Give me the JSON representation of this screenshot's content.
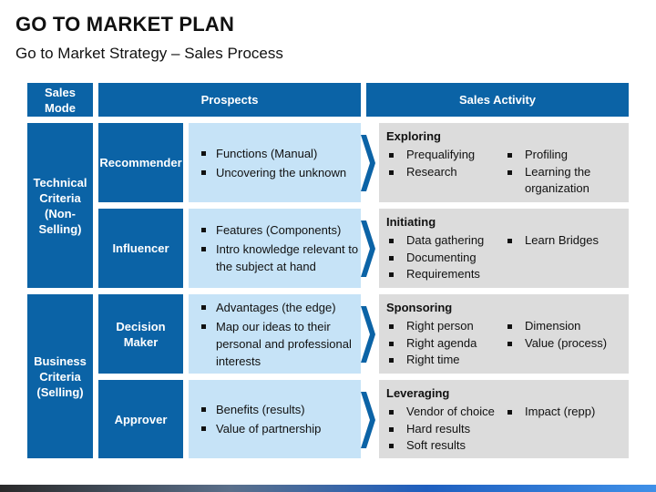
{
  "title": "GO TO MARKET PLAN",
  "subtitle": "Go to Market Strategy – Sales Process",
  "headers": {
    "sales_mode": "Sales\nMode",
    "prospects": "Prospects",
    "sales_activity": "Sales Activity"
  },
  "modes": [
    {
      "label": "Technical\nCriteria\n(Non-\nSelling)"
    },
    {
      "label": "Business\nCriteria\n(Selling)"
    }
  ],
  "rows": [
    {
      "role": "Recommender",
      "prospects": [
        "Functions (Manual)",
        "Uncovering the unknown"
      ],
      "activity_title": "Exploring",
      "col1": [
        "Prequalifying",
        "Research"
      ],
      "col2": [
        "Profiling",
        "Learning the organization"
      ]
    },
    {
      "role": "Influencer",
      "prospects": [
        "Features (Components)",
        "Intro knowledge relevant to the subject at hand"
      ],
      "activity_title": "Initiating",
      "col1": [
        "Data gathering",
        "Documenting",
        "Requirements"
      ],
      "col2": [
        "Learn Bridges"
      ]
    },
    {
      "role": "Decision\nMaker",
      "prospects": [
        "Advantages (the edge)",
        "Map our ideas to their personal and professional interests"
      ],
      "activity_title": "Sponsoring",
      "col1": [
        "Right person",
        "Right agenda",
        "Right time"
      ],
      "col2": [
        "Dimension",
        "Value (process)"
      ]
    },
    {
      "role": "Approver",
      "prospects": [
        "Benefits (results)",
        "Value of partnership"
      ],
      "activity_title": "Leveraging",
      "col1": [
        "Vendor of choice",
        "Hard results",
        "Soft results"
      ],
      "col2": [
        "Impact (repp)"
      ]
    }
  ],
  "colors": {
    "dark_blue": "#0b63a6",
    "light_blue": "#c6e3f7",
    "gray": "#dcdcdc"
  }
}
